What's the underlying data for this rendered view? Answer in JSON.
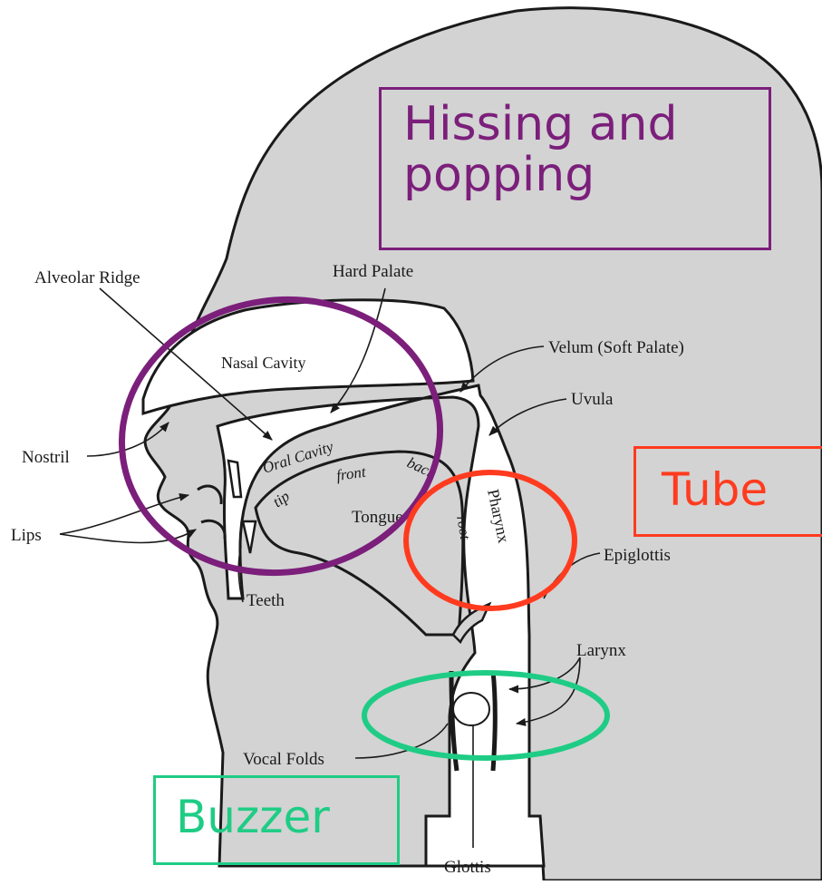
{
  "diagram": {
    "labels": {
      "alveolar_ridge": "Alveolar Ridge",
      "hard_palate": "Hard Palate",
      "nasal_cavity": "Nasal Cavity",
      "velum": "Velum (Soft Palate)",
      "uvula": "Uvula",
      "nostril": "Nostril",
      "oral_cavity": "Oral Cavity",
      "front": "front",
      "back": "back",
      "tip": "tip",
      "tongue": "Tongue",
      "pharynx": "Pharynx",
      "root": "root",
      "lips": "Lips",
      "epiglottis": "Epiglottis",
      "teeth": "Teeth",
      "larynx": "Larynx",
      "vocal_folds": "Vocal Folds",
      "glottis": "Glottis"
    },
    "callouts": {
      "hissing_line1": "Hissing and",
      "hissing_line2": "popping",
      "tube": "Tube",
      "buzzer": "Buzzer"
    },
    "colors": {
      "head": "#d3d3d3",
      "outline": "#1a1a1a",
      "hissing": "#7b1f7b",
      "tube": "#ff3b1f",
      "buzzer": "#1fcc85"
    }
  }
}
